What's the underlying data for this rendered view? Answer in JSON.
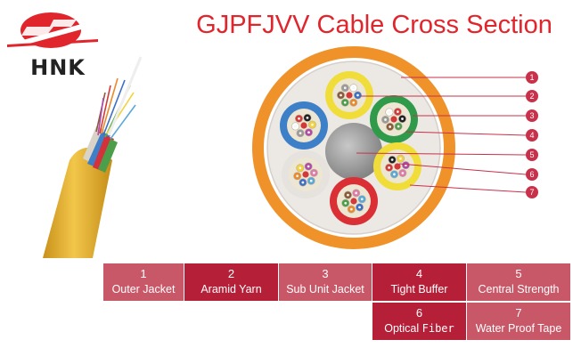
{
  "logo": {
    "text": "HNK"
  },
  "title": "GJPFJVV Cable Cross Section",
  "callouts": [
    "1",
    "2",
    "3",
    "4",
    "5",
    "6",
    "7"
  ],
  "legend": [
    {
      "num": "1",
      "label": "Outer Jacket"
    },
    {
      "num": "2",
      "label": "Aramid Yarn"
    },
    {
      "num": "3",
      "label": "Sub Unit Jacket"
    },
    {
      "num": "4",
      "label": "Tight Buffer"
    },
    {
      "num": "5",
      "label": "Central Strength"
    },
    {
      "num": "6",
      "label_prefix": "Optical ",
      "label_suffix": "Fiber"
    },
    {
      "num": "7",
      "label": "Water Proof Tape"
    }
  ],
  "colors": {
    "brand_red": "#e0262c",
    "callout": "#c9304a",
    "cell_light": "#c85768",
    "cell_dark": "#b51f38",
    "jacket": "#f0922a",
    "cable": "#e6b422"
  }
}
